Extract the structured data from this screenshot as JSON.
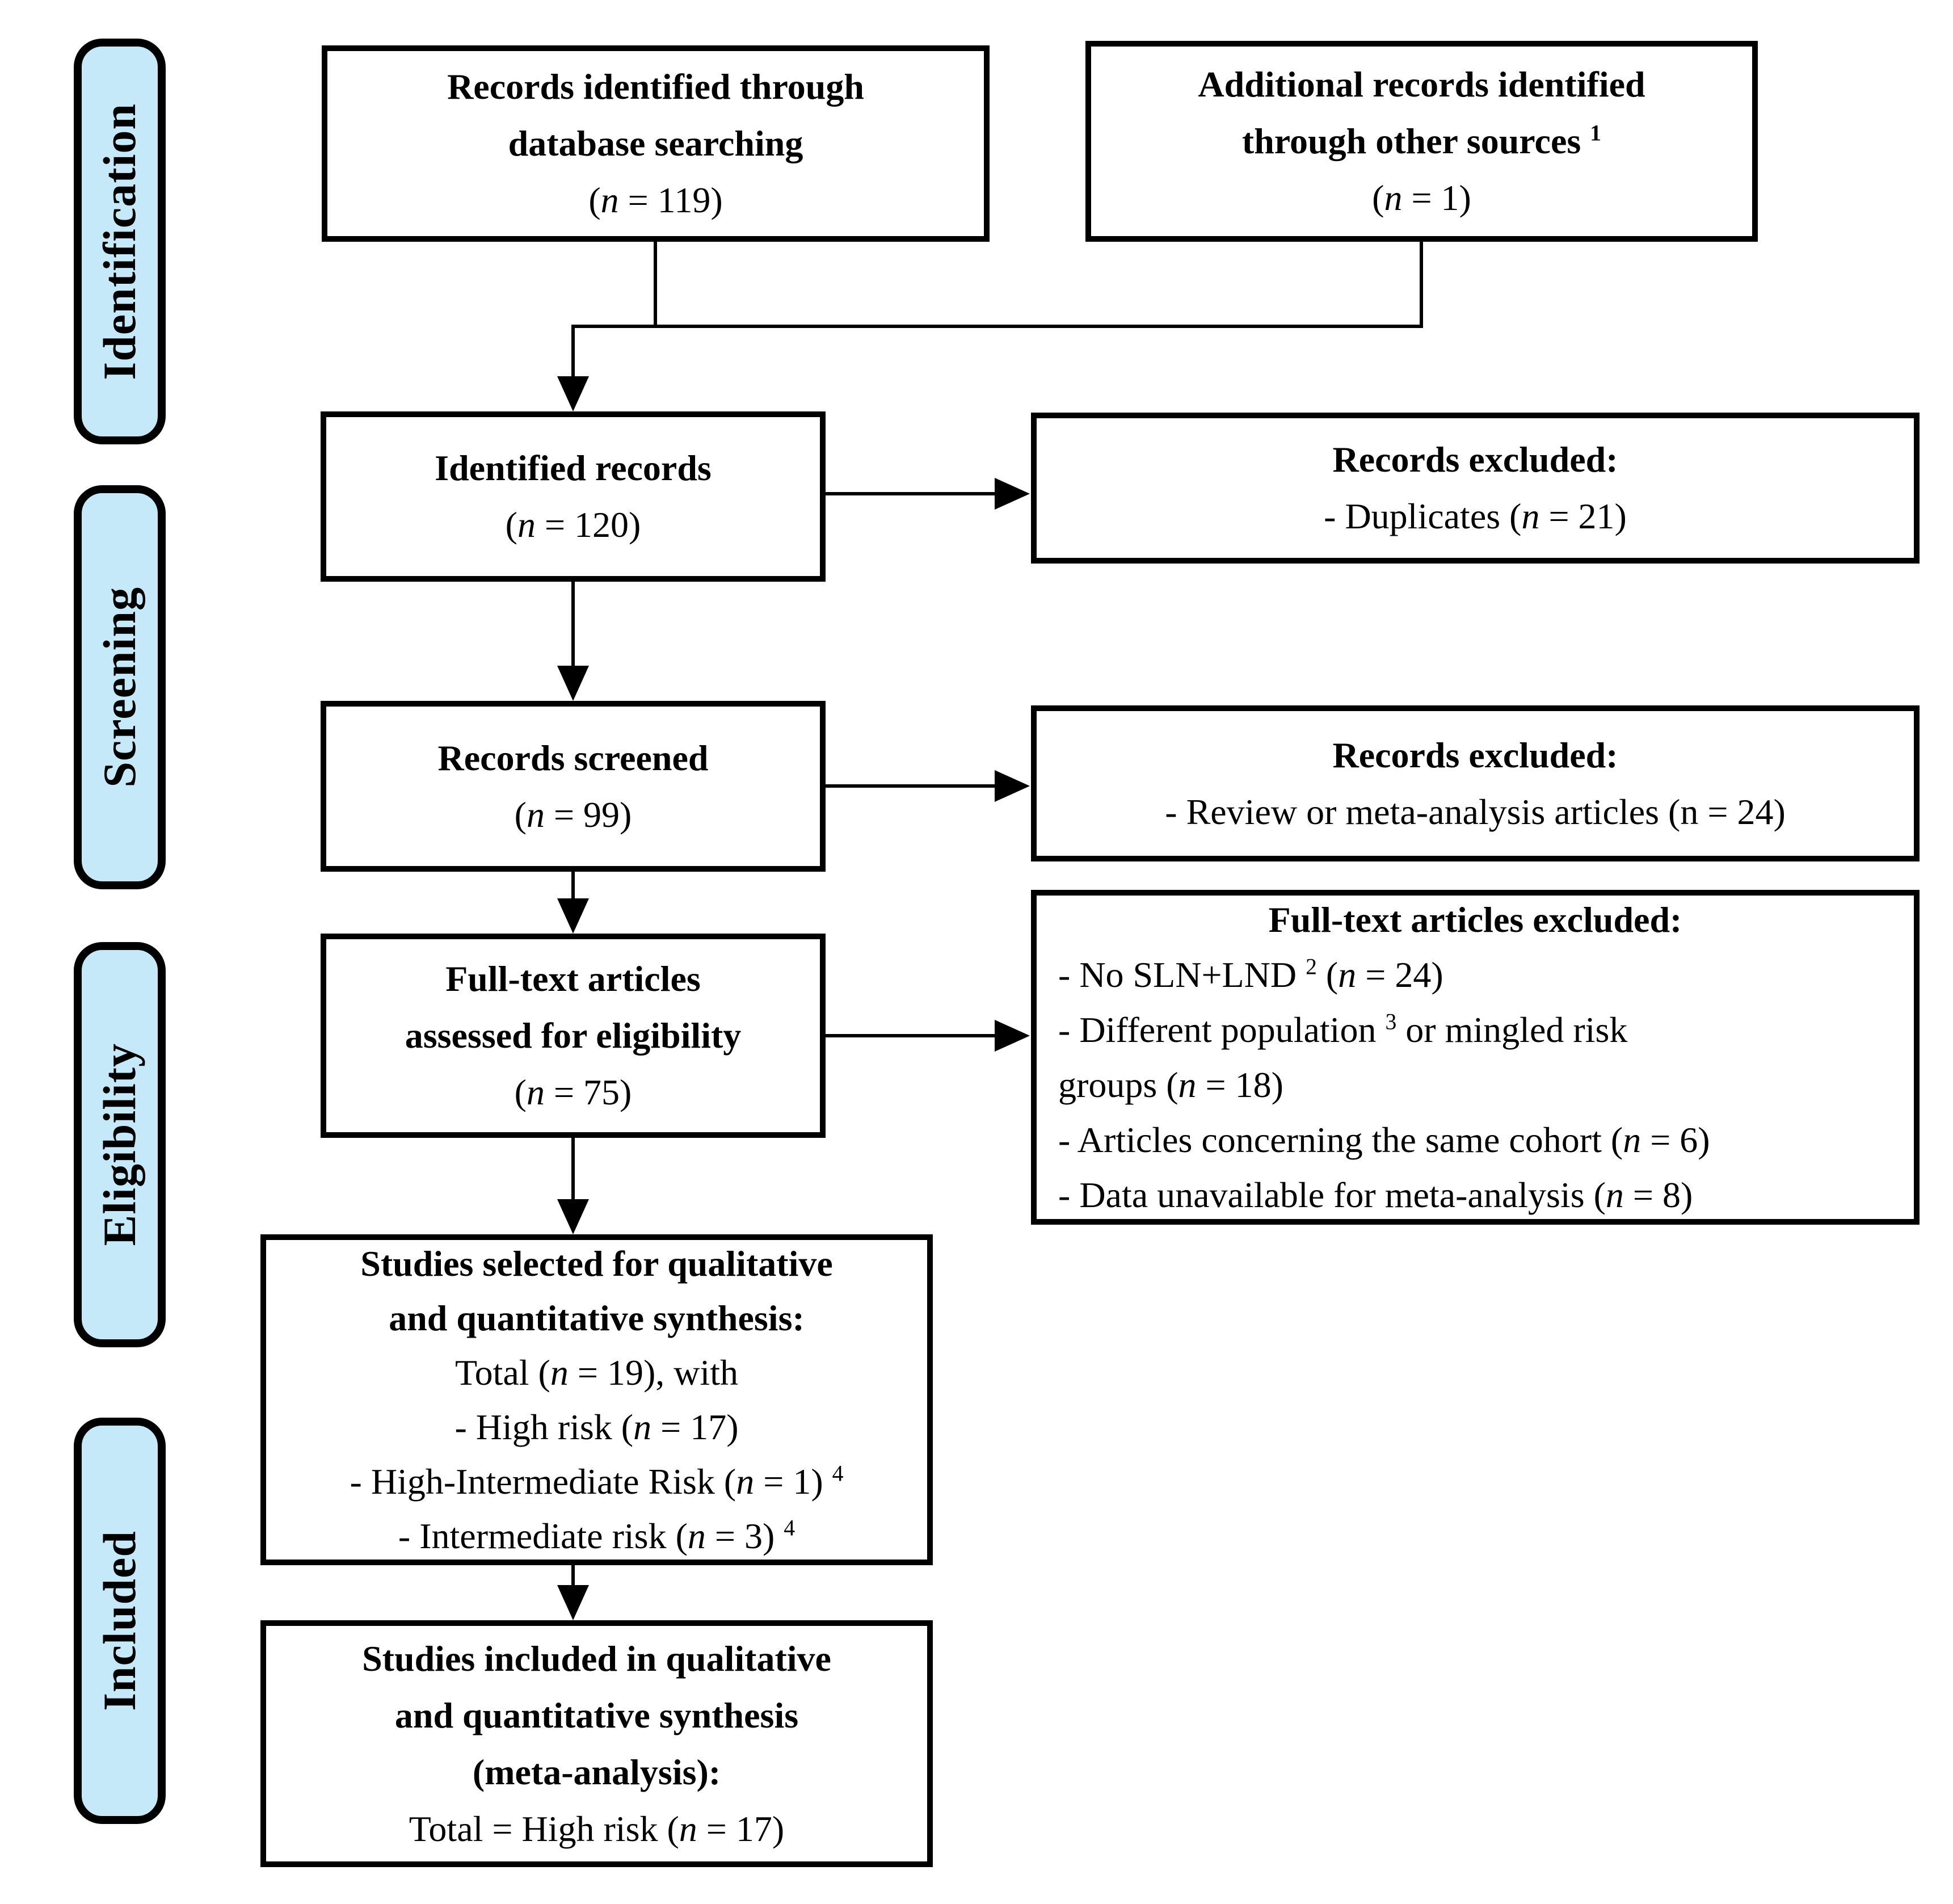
{
  "figure": {
    "type": "PRISMA flow diagram",
    "line_color": "#000000",
    "stage_fill_color": "#c6e9fa"
  },
  "sidebar": {
    "stages": [
      {
        "label": "Identification"
      },
      {
        "label": "Screening"
      },
      {
        "label": "Eligibility"
      },
      {
        "label": "Included"
      }
    ]
  },
  "boxes": {
    "db_search": {
      "lines": [
        "Records identified through",
        "database searching",
        "(*n* = 119)"
      ]
    },
    "other_sources": {
      "lines": [
        "Additional records identified",
        "through other sources ^1^",
        "(*n* = 1)"
      ]
    },
    "identified": {
      "lines": [
        "Identified records",
        "(*n* = 120)"
      ]
    },
    "excluded_duplicates": {
      "title": "Records excluded:",
      "items": [
        "- Duplicates (*n* = 21)"
      ]
    },
    "screened": {
      "lines": [
        "Records screened",
        "(*n* = 99)"
      ]
    },
    "excluded_reviews": {
      "title": "Records excluded:",
      "items": [
        "- Review or meta-analysis articles (n = 24)"
      ]
    },
    "fulltext": {
      "lines": [
        "Full-text articles",
        "assessed for eligibility",
        "(*n* = 75)"
      ]
    },
    "fulltext_excluded": {
      "title": "Full-text articles excluded:",
      "items": [
        "- No SLN+LND ^2^ (*n* = 24)",
        "- Different population ^3^ or mingled risk",
        "groups (*n* = 18)",
        "- Articles concerning the same cohort (*n* = 6)",
        "- Data unavailable for meta-analysis (*n* = 8)"
      ]
    },
    "selected": {
      "title_lines": [
        "Studies selected for qualitative",
        "and quantitative synthesis:"
      ],
      "lines": [
        "Total (*n* = 19), with",
        "- High risk (*n* = 17)",
        "- High-Intermediate Risk (*n* = 1) ^4^",
        "- Intermediate risk (*n* = 3) ^4^"
      ]
    },
    "included_final": {
      "title_lines": [
        "Studies included in qualitative",
        "and quantitative synthesis",
        "(meta-analysis):"
      ],
      "lines": [
        "Total = High risk (*n* = 17)"
      ]
    }
  }
}
